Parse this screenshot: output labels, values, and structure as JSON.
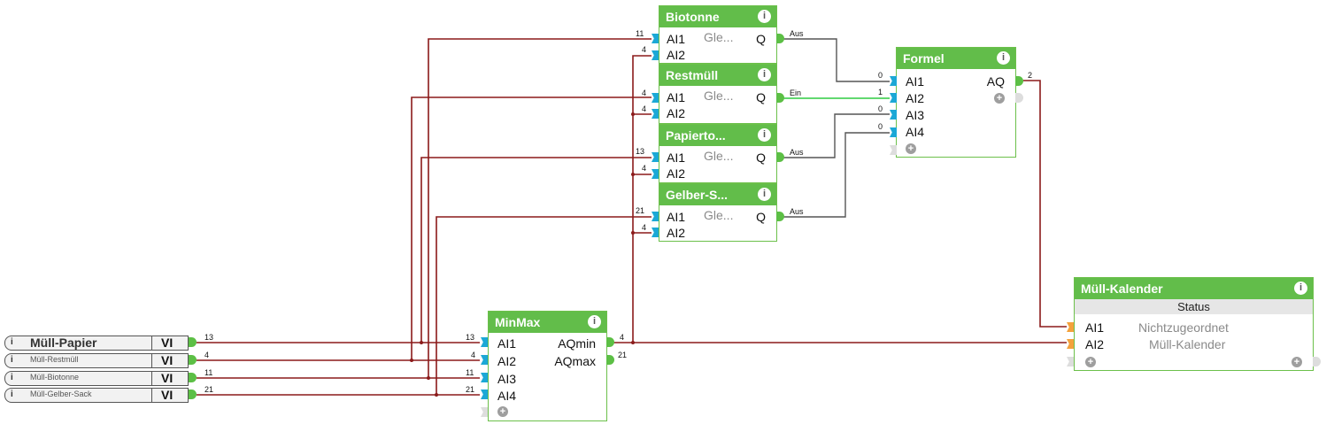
{
  "inputs": [
    {
      "name": "Müll-Papier",
      "type": "VI",
      "value": "13"
    },
    {
      "name": "Müll-Restmüll",
      "type": "VI",
      "value": "4"
    },
    {
      "name": "Müll-Biotonne",
      "type": "VI",
      "value": "11"
    },
    {
      "name": "Müll-Gelber-Sack",
      "type": "VI",
      "value": "21"
    }
  ],
  "minmax": {
    "title": "MinMax",
    "inputs": [
      "AI1",
      "AI2",
      "AI3",
      "AI4"
    ],
    "input_values": [
      "13",
      "4",
      "11",
      "21"
    ],
    "outputs": [
      "AQmin",
      "AQmax"
    ],
    "output_values": [
      "4",
      "21"
    ]
  },
  "compare_blocks": [
    {
      "title": "Biotonne",
      "in1": "AI1",
      "in2": "AI2",
      "mode": "Gle...",
      "out": "Q",
      "v1": "11",
      "v2": "4",
      "q": "Aus"
    },
    {
      "title": "Restmüll",
      "in1": "AI1",
      "in2": "AI2",
      "mode": "Gle...",
      "out": "Q",
      "v1": "4",
      "v2": "4",
      "q": "Ein"
    },
    {
      "title": "Papierto...",
      "in1": "AI1",
      "in2": "AI2",
      "mode": "Gle...",
      "out": "Q",
      "v1": "13",
      "v2": "4",
      "q": "Aus"
    },
    {
      "title": "Gelber-S...",
      "in1": "AI1",
      "in2": "AI2",
      "mode": "Gle...",
      "out": "Q",
      "v1": "21",
      "v2": "4",
      "q": "Aus"
    }
  ],
  "formel": {
    "title": "Formel",
    "inputs": [
      "AI1",
      "AI2",
      "AI3",
      "AI4"
    ],
    "input_values": [
      "0",
      "1",
      "0",
      "0"
    ],
    "output": "AQ",
    "output_value": "2"
  },
  "kalender": {
    "title": "Müll-Kalender",
    "status_header": "Status",
    "rows": [
      {
        "port": "AI1",
        "status": "Nichtzugeordnet"
      },
      {
        "port": "AI2",
        "status": "Müll-Kalender"
      }
    ]
  },
  "icons": {
    "info": "i",
    "add": "+"
  },
  "colors": {
    "block_green": "#62bd4a",
    "wire_red": "#8b1a1a",
    "wire_active": "#2ecc40",
    "wire_gray": "#555555",
    "port_in": "#1ba8d6",
    "port_orange": "#f4a23c"
  }
}
